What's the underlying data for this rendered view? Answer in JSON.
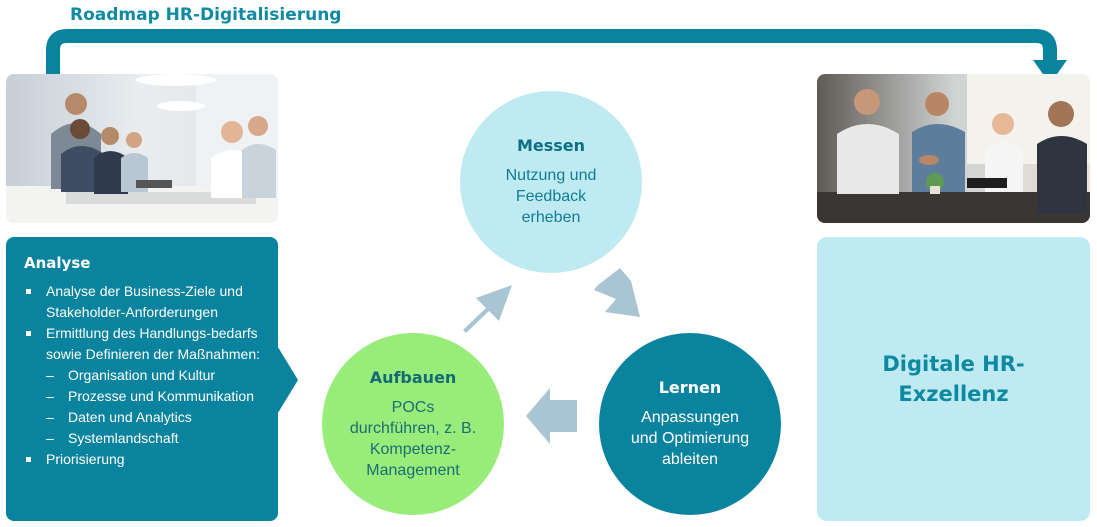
{
  "title": "Roadmap HR-Digitalisierung",
  "colors": {
    "teal_dark": "#0a839e",
    "teal_light": "#bfeaf2",
    "green": "#97ec7a",
    "arrow_grey": "#a9c4d2"
  },
  "analysis": {
    "title": "Analyse",
    "items": [
      {
        "type": "bullet",
        "text": "Analyse der Business-Ziele und Stakeholder-Anforderungen"
      },
      {
        "type": "bullet",
        "text": "Ermittlung des Handlungs-bedarfs sowie Definieren der Maßnahmen:"
      },
      {
        "type": "sub",
        "text": "Organisation und Kultur"
      },
      {
        "type": "sub",
        "text": "Prozesse und Kommunikation"
      },
      {
        "type": "sub",
        "text": "Daten und Analytics"
      },
      {
        "type": "sub",
        "text": "Systemlandschaft"
      },
      {
        "type": "bullet",
        "text": "Priorisierung"
      }
    ]
  },
  "cycle": {
    "messen": {
      "title": "Messen",
      "text": "Nutzung und Feedback erheben"
    },
    "lernen": {
      "title": "Lernen",
      "text": "Anpassungen und Optimierung ableiten"
    },
    "aufbauen": {
      "title": "Aufbauen",
      "text": "POCs durchführen, z. B. Kompetenz-Management"
    }
  },
  "goal": {
    "text": "Digitale HR-Exzellenz"
  },
  "photos": {
    "left": "team-meeting-photo",
    "right": "handshake-meeting-photo"
  }
}
